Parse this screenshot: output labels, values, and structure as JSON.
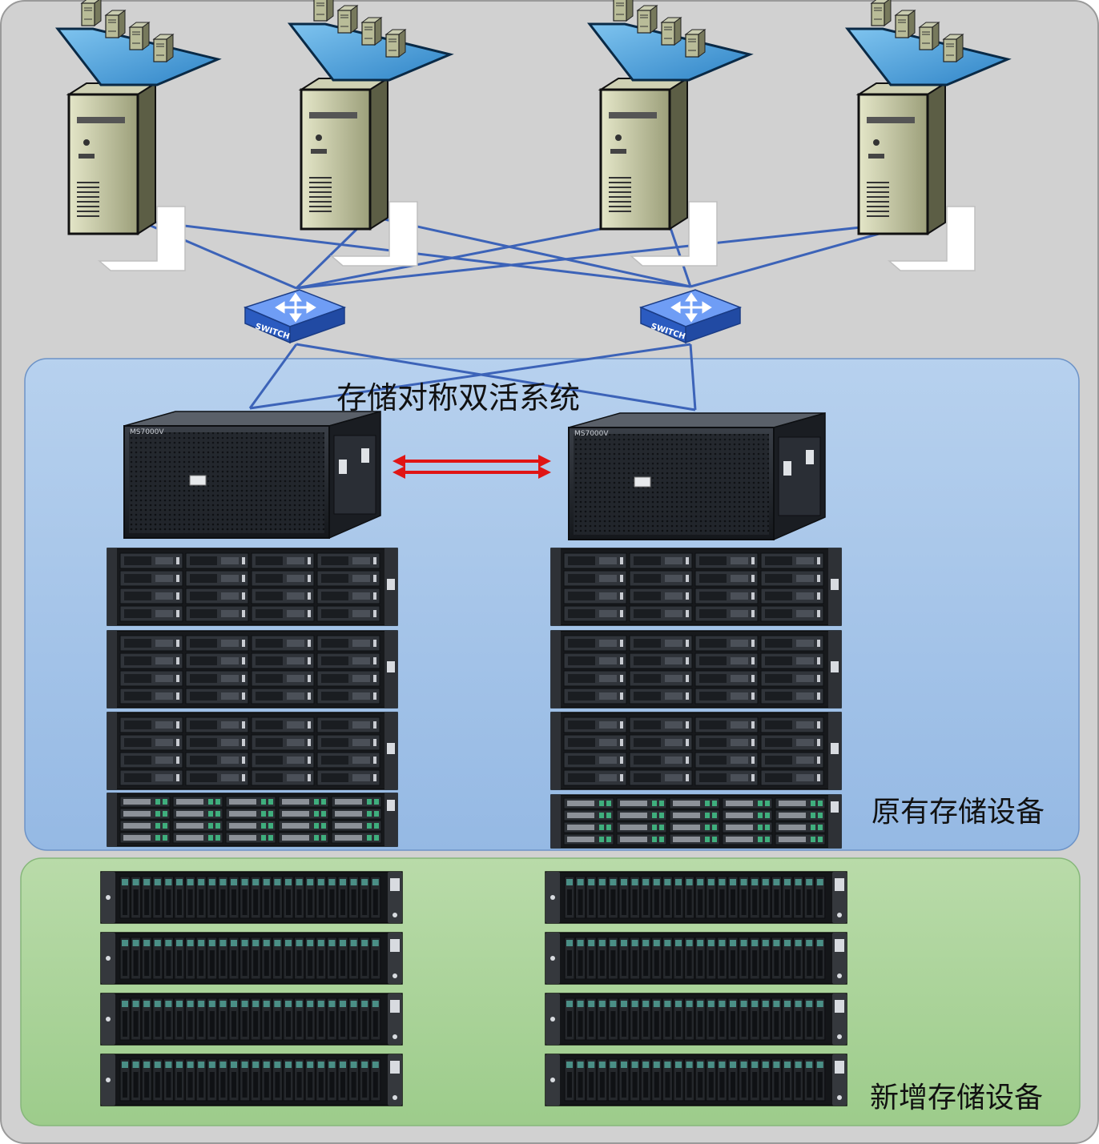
{
  "labels": {
    "system_title": "存储对称双活系统",
    "existing_storage": "原有存储设备",
    "new_storage": "新增存储设备",
    "switch_text": "SWITCH",
    "controller_model": "MS7000V"
  },
  "colors": {
    "outer_background": "#d1d1d1",
    "existing_zone": "#a9c7e8",
    "new_zone": "#abd19c",
    "link_blue": "#3c63b8",
    "replication_red": "#e01515",
    "switch_blue": "#3b6fd6"
  },
  "servers": [
    {
      "name": "server-1"
    },
    {
      "name": "server-2"
    },
    {
      "name": "server-3"
    },
    {
      "name": "server-4"
    }
  ],
  "switches": [
    {
      "name": "switch-left"
    },
    {
      "name": "switch-right"
    }
  ],
  "controllers": [
    {
      "name": "controller-left"
    },
    {
      "name": "controller-right"
    }
  ]
}
